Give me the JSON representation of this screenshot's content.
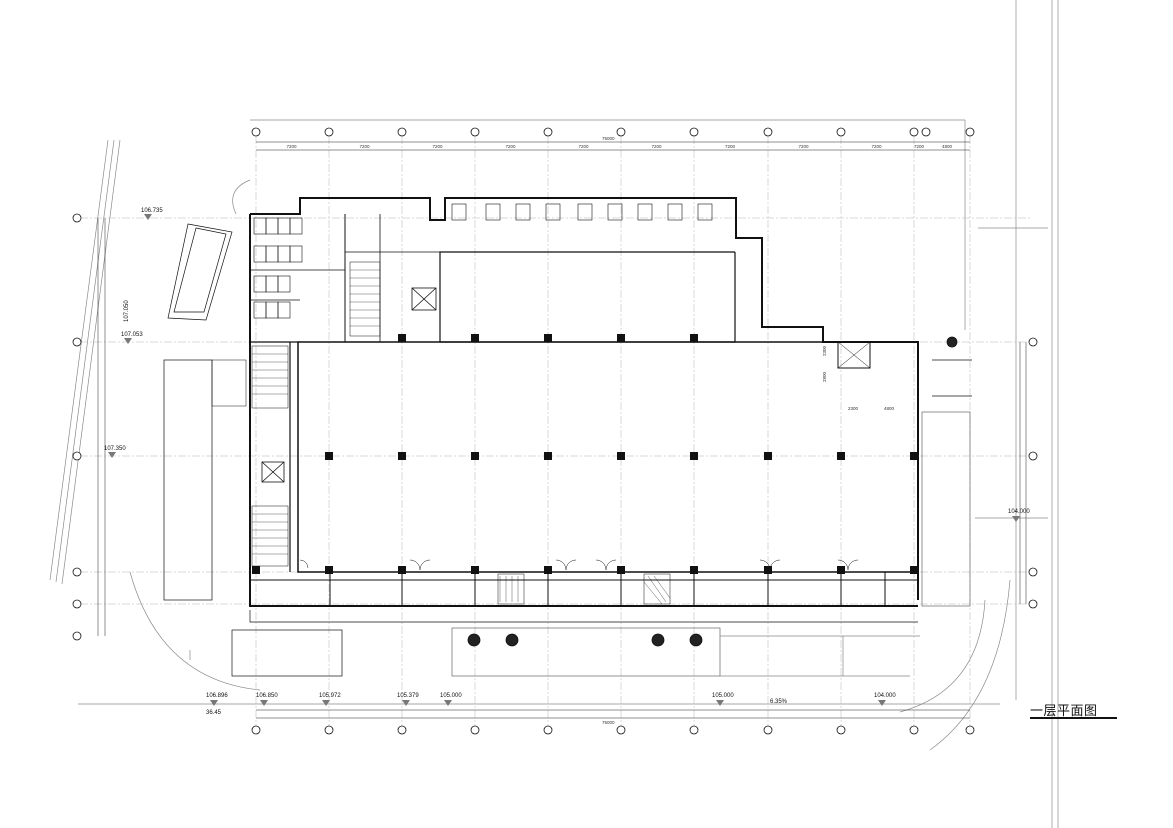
{
  "title": "一层平面图",
  "elevations": {
    "left_top": "106.735",
    "left_upper_1": "107.053",
    "left_upper_2": "107.050",
    "left_mid": "107.350",
    "bottom_left_1": "106.896",
    "bottom_left_2": "106.850",
    "bottom_1": "105.972",
    "bottom_2": "105.379",
    "bottom_3": "105.000",
    "bottom_4": "105.000",
    "bottom_right": "104.000",
    "right_mid": "104.000"
  },
  "dimensions": {
    "top_overall": "75000",
    "bottom_overall": "75000",
    "top_bays": [
      "7200",
      "7200",
      "7200",
      "7200",
      "7200",
      "7200",
      "7200",
      "7200",
      "7200",
      "7200",
      "4800"
    ],
    "right_dims": [
      "2300",
      "4800",
      "2300",
      "2800"
    ],
    "bottom_note": "6.35%",
    "bottom_note_2": "36.45"
  },
  "colors": {
    "line": "#111111",
    "light_line": "#9a9a9a",
    "background": "#ffffff"
  }
}
